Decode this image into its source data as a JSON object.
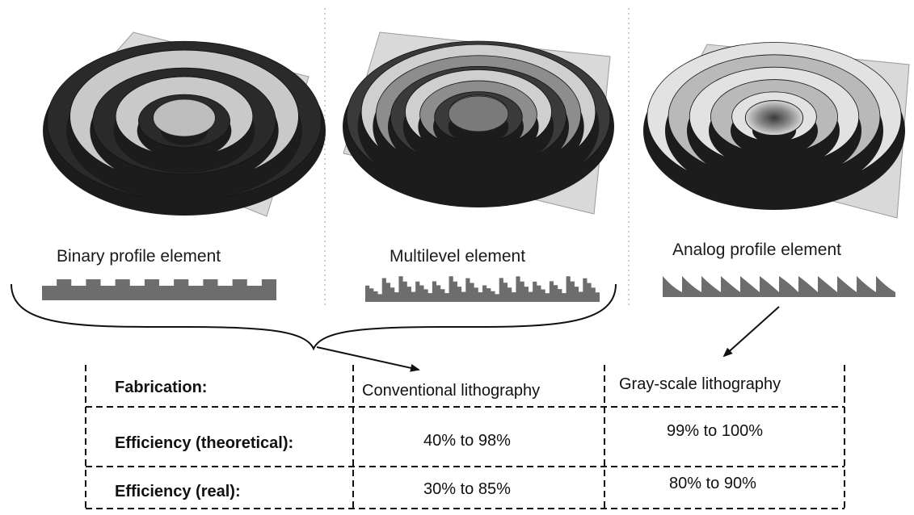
{
  "elements": [
    {
      "label": "Binary profile element",
      "render": "binary",
      "ring_count": 6
    },
    {
      "label": "Multilevel element",
      "render": "multilevel",
      "ring_count": 9
    },
    {
      "label": "Analog profile element",
      "render": "analog",
      "ring_count": 6
    }
  ],
  "table": {
    "columns": [
      "",
      "",
      ""
    ],
    "rows": [
      {
        "label": "Fabrication:",
        "conventional": "Conventional lithography",
        "grayscale": "Gray-scale lithography"
      },
      {
        "label": "Efficiency (theoretical):",
        "conventional": "40% to 98%",
        "grayscale": "99% to 100%"
      },
      {
        "label": "Efficiency (real):",
        "conventional": "30% to 85%",
        "grayscale": "80% to 90%"
      }
    ]
  },
  "colors": {
    "profile_fill": "#6d6d6d",
    "surface_dark": "#1c1c1c",
    "surface_light": "#c9c9c9",
    "line": "#111111",
    "divider": "#bdbdbd"
  }
}
